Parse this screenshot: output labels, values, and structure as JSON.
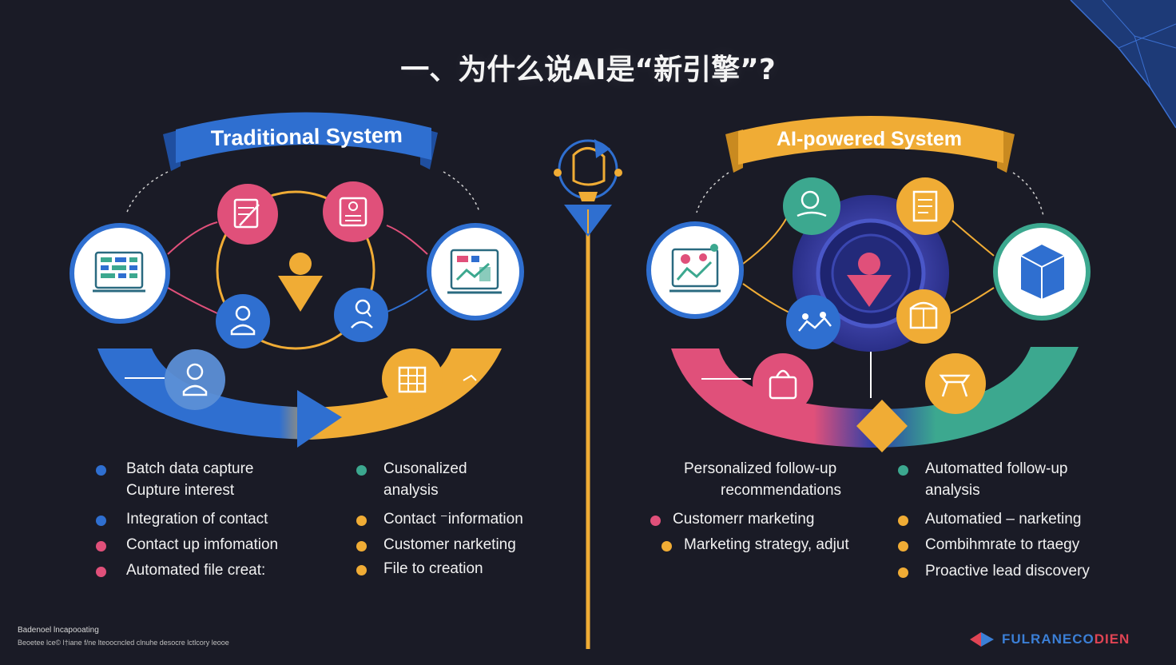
{
  "slide": {
    "title": "一、为什么说AI是“新引擎”?",
    "left_banner": "Traditional System",
    "right_banner": "AI-powered System",
    "colors": {
      "background": "#1a1b26",
      "blue": "#2f6fd0",
      "pink": "#e0507a",
      "orange": "#f0ac35",
      "teal": "#3ca88f",
      "navy": "#2a3580"
    }
  },
  "left_bullets": [
    {
      "lines": [
        "Batch data capture",
        "Cupture interest"
      ],
      "color": "#2f6fd0"
    },
    {
      "lines": [
        "Integration of contact"
      ],
      "color": "#2f6fd0"
    },
    {
      "lines": [
        "Contact up imfomation"
      ],
      "color": "#e0507a"
    },
    {
      "lines": [
        "Automated file creat:"
      ],
      "color": "#e0507a"
    }
  ],
  "left_bullets_2": [
    {
      "lines": [
        "Cusonalized",
        "analysis"
      ],
      "color": "#3ca88f"
    },
    {
      "lines": [
        "Contact ⁻information"
      ],
      "color": "#f0ac35"
    },
    {
      "lines": [
        "Customer narketing"
      ],
      "color": "#f0ac35"
    },
    {
      "lines": [
        "File  to creation"
      ],
      "color": "#f0ac35"
    }
  ],
  "right_bullets": [
    {
      "lines": [
        "Personalized follow-up",
        "recommendations"
      ],
      "color": "none"
    },
    {
      "lines": [
        "Customerr marketing"
      ],
      "color": "#e0507a"
    },
    {
      "lines": [
        "Marketing strategy, adjut"
      ],
      "color": "#f0ac35"
    }
  ],
  "right_bullets_2": [
    {
      "lines": [
        "Automatted follow-up",
        "analysis"
      ],
      "color": "#3ca88f"
    },
    {
      "lines": [
        "Automatied – narketing"
      ],
      "color": "#f0ac35"
    },
    {
      "lines": [
        "Combihmrate to rtaegy"
      ],
      "color": "#f0ac35"
    },
    {
      "lines": [
        "Proactive lead discovery"
      ],
      "color": "#f0ac35"
    }
  ],
  "footnote": {
    "line1": "Badenoel lncapooating",
    "line2": "Beoetee lce© l†iane f/ne lteoocncled clnuhe desocre lctlcory leooe"
  },
  "brand": {
    "name_blue": "FULRANECO",
    "name_red": "",
    "name_tail": "DIEN"
  },
  "icons": {
    "left_outer": [
      "dashboard-icon",
      "analytics-screen-icon"
    ],
    "left_inner": [
      "document-edit-icon",
      "profile-form-icon",
      "user-target-icon",
      "user-search-icon",
      "user-arrow-down-icon"
    ],
    "left_arc": [
      "user-search-icon",
      "data-grid-icon"
    ],
    "right_outer": [
      "monitor-chart-icon",
      "cube-icon"
    ],
    "right_inner": [
      "handshake-icon",
      "report-icon",
      "team-icon",
      "archive-box-icon",
      "user-arrow-down-icon"
    ],
    "right_arc": [
      "shopping-bag-icon",
      "drawing-tool-icon"
    ],
    "divider": "engine-head-icon"
  }
}
